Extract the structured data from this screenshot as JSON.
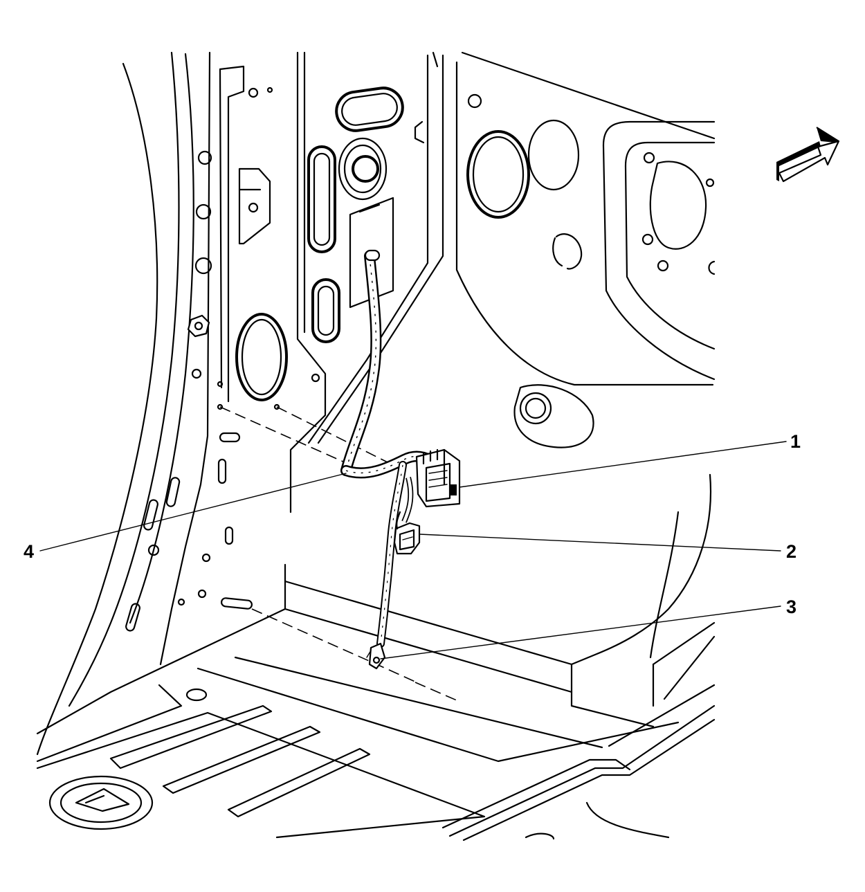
{
  "diagram": {
    "callouts": [
      {
        "id": "1",
        "label": "1"
      },
      {
        "id": "2",
        "label": "2"
      },
      {
        "id": "3",
        "label": "3"
      },
      {
        "id": "4",
        "label": "4"
      }
    ],
    "colors": {
      "line": "#000000",
      "background": "#ffffff"
    },
    "icons": [
      "direction-arrow-icon"
    ]
  }
}
